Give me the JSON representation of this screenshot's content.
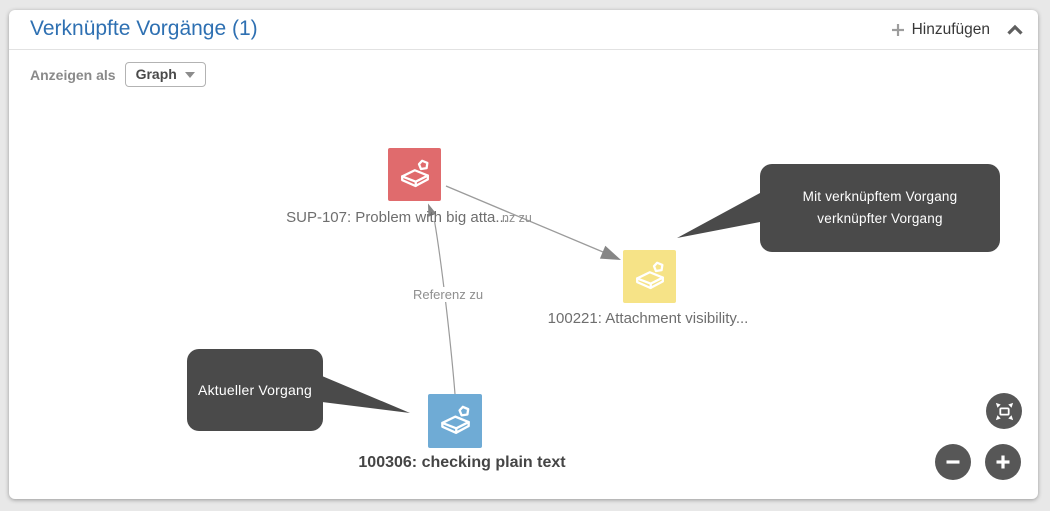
{
  "panel": {
    "title": "Verknüpfte Vorgänge (1)",
    "add_label": "Hinzufügen",
    "collapse_icon": "chevron-up"
  },
  "toolbar": {
    "show_as_label": "Anzeigen als",
    "view_value": "Graph"
  },
  "graph": {
    "nodes": [
      {
        "key": "SUP-107",
        "label": "SUP-107: Problem with big atta...",
        "color": "#e06b6d",
        "icon": "issue-box-icon"
      },
      {
        "key": "100221",
        "label": "100221: Attachment visibility...",
        "color": "#f6e387",
        "icon": "issue-box-icon"
      },
      {
        "key": "100306",
        "label": "100306: checking plain text",
        "color": "#6fabd5",
        "icon": "issue-box-icon",
        "current": true
      }
    ],
    "edges": [
      {
        "from": "SUP-107",
        "to": "100221",
        "label": "Referenz zu",
        "visible_fragment": "nz zu"
      },
      {
        "from": "100306",
        "to": "SUP-107",
        "label": "Referenz zu"
      }
    ],
    "tooltips": {
      "linked": {
        "line1": "Mit verknüpftem Vorgang",
        "line2": "verknüpfter Vorgang"
      },
      "current": {
        "text": "Aktueller Vorgang"
      }
    },
    "controls": {
      "fit": "fit-to-screen",
      "zoom_out": "zoom-out",
      "zoom_in": "zoom-in"
    },
    "edge_color": "#9b9b9b",
    "arrow_color": "#868686",
    "tooltip_color": "#4a4a4a"
  },
  "colors": {
    "accent_blue": "#2e70b2",
    "panel_bg": "#ffffff",
    "page_bg": "#e8e8e8"
  }
}
